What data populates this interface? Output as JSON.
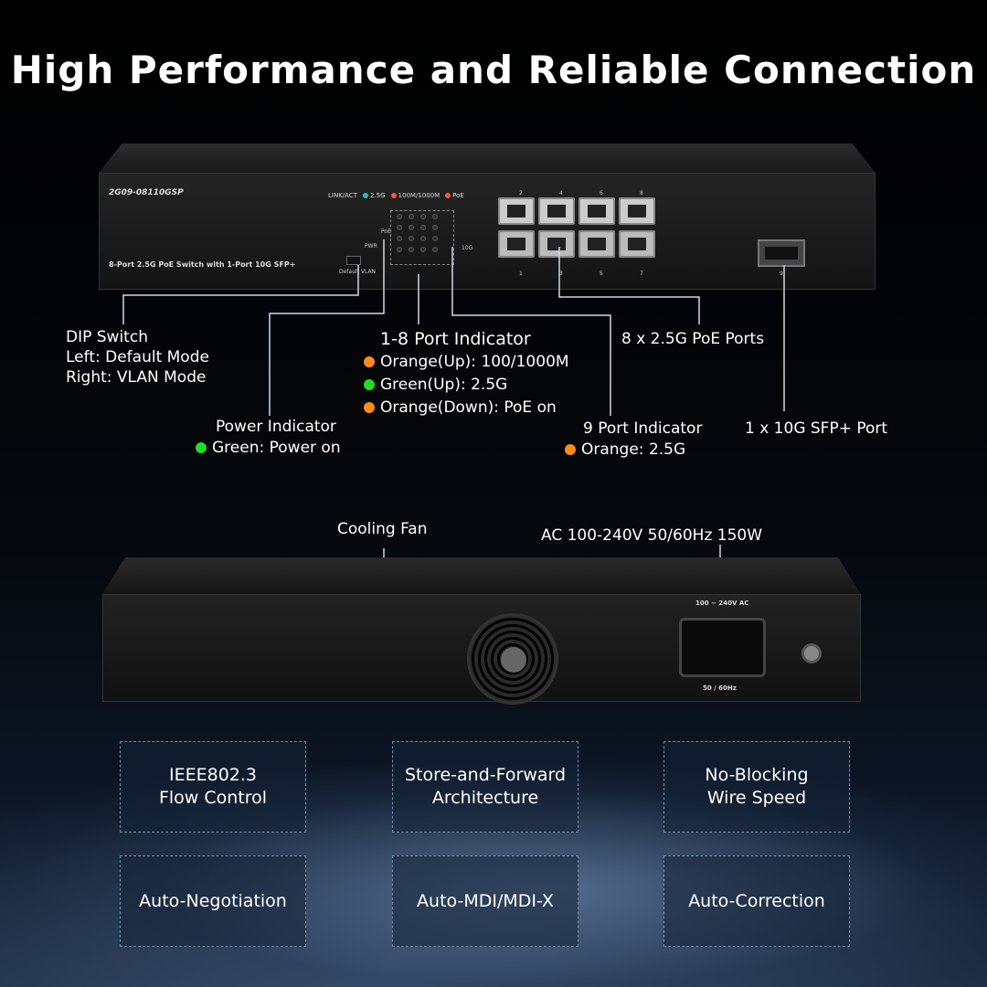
{
  "title": "High Performance and Reliable Connection",
  "front_panel": {
    "model": "2G09-08110GSP",
    "description": "8-Port 2.5G PoE Switch with 1-Port 10G SFP+",
    "legend": [
      "LINK/ACT",
      "2.5G",
      "100M/1000M",
      "PoE"
    ],
    "pwr_label": "PWR",
    "poe_label": "PoE",
    "tenG_label": "10G",
    "dip_labels": "Default  VLAN",
    "port_top_numbers": [
      "2",
      "4",
      "6",
      "8"
    ],
    "port_bottom_numbers": [
      "1",
      "3",
      "5",
      "7"
    ],
    "sfp_number": "9"
  },
  "callouts": {
    "dip": {
      "title": "DIP Switch",
      "line1": "Left: Default Mode",
      "line2": "Right: VLAN Mode"
    },
    "port_indicator": {
      "title": "1-8 Port Indicator",
      "items": [
        "Orange(Up): 100/1000M",
        "Green(Up): 2.5G",
        "Orange(Down): PoE on"
      ]
    },
    "poe_ports": "8 x 2.5G PoE Ports",
    "power": {
      "title": "Power Indicator",
      "item": "Green: Power on"
    },
    "port9": {
      "title": "9 Port Indicator",
      "item": "Orange: 2.5G"
    },
    "sfp": "1 x 10G SFP+ Port",
    "fan": "Cooling Fan",
    "ac": "AC 100-240V 50/60Hz 150W"
  },
  "back_panel": {
    "ac_top": "100 ~ 240V AC",
    "ac_bottom": "50 / 60Hz"
  },
  "features": [
    "IEEE802.3\nFlow Control",
    "Store-and-Forward\nArchitecture",
    "No-Blocking\nWire Speed",
    "Auto-Negotiation",
    "Auto-MDI/MDI-X",
    "Auto-Correction"
  ],
  "colors": {
    "orange": "#ff8c1a",
    "green": "#22dd22"
  }
}
